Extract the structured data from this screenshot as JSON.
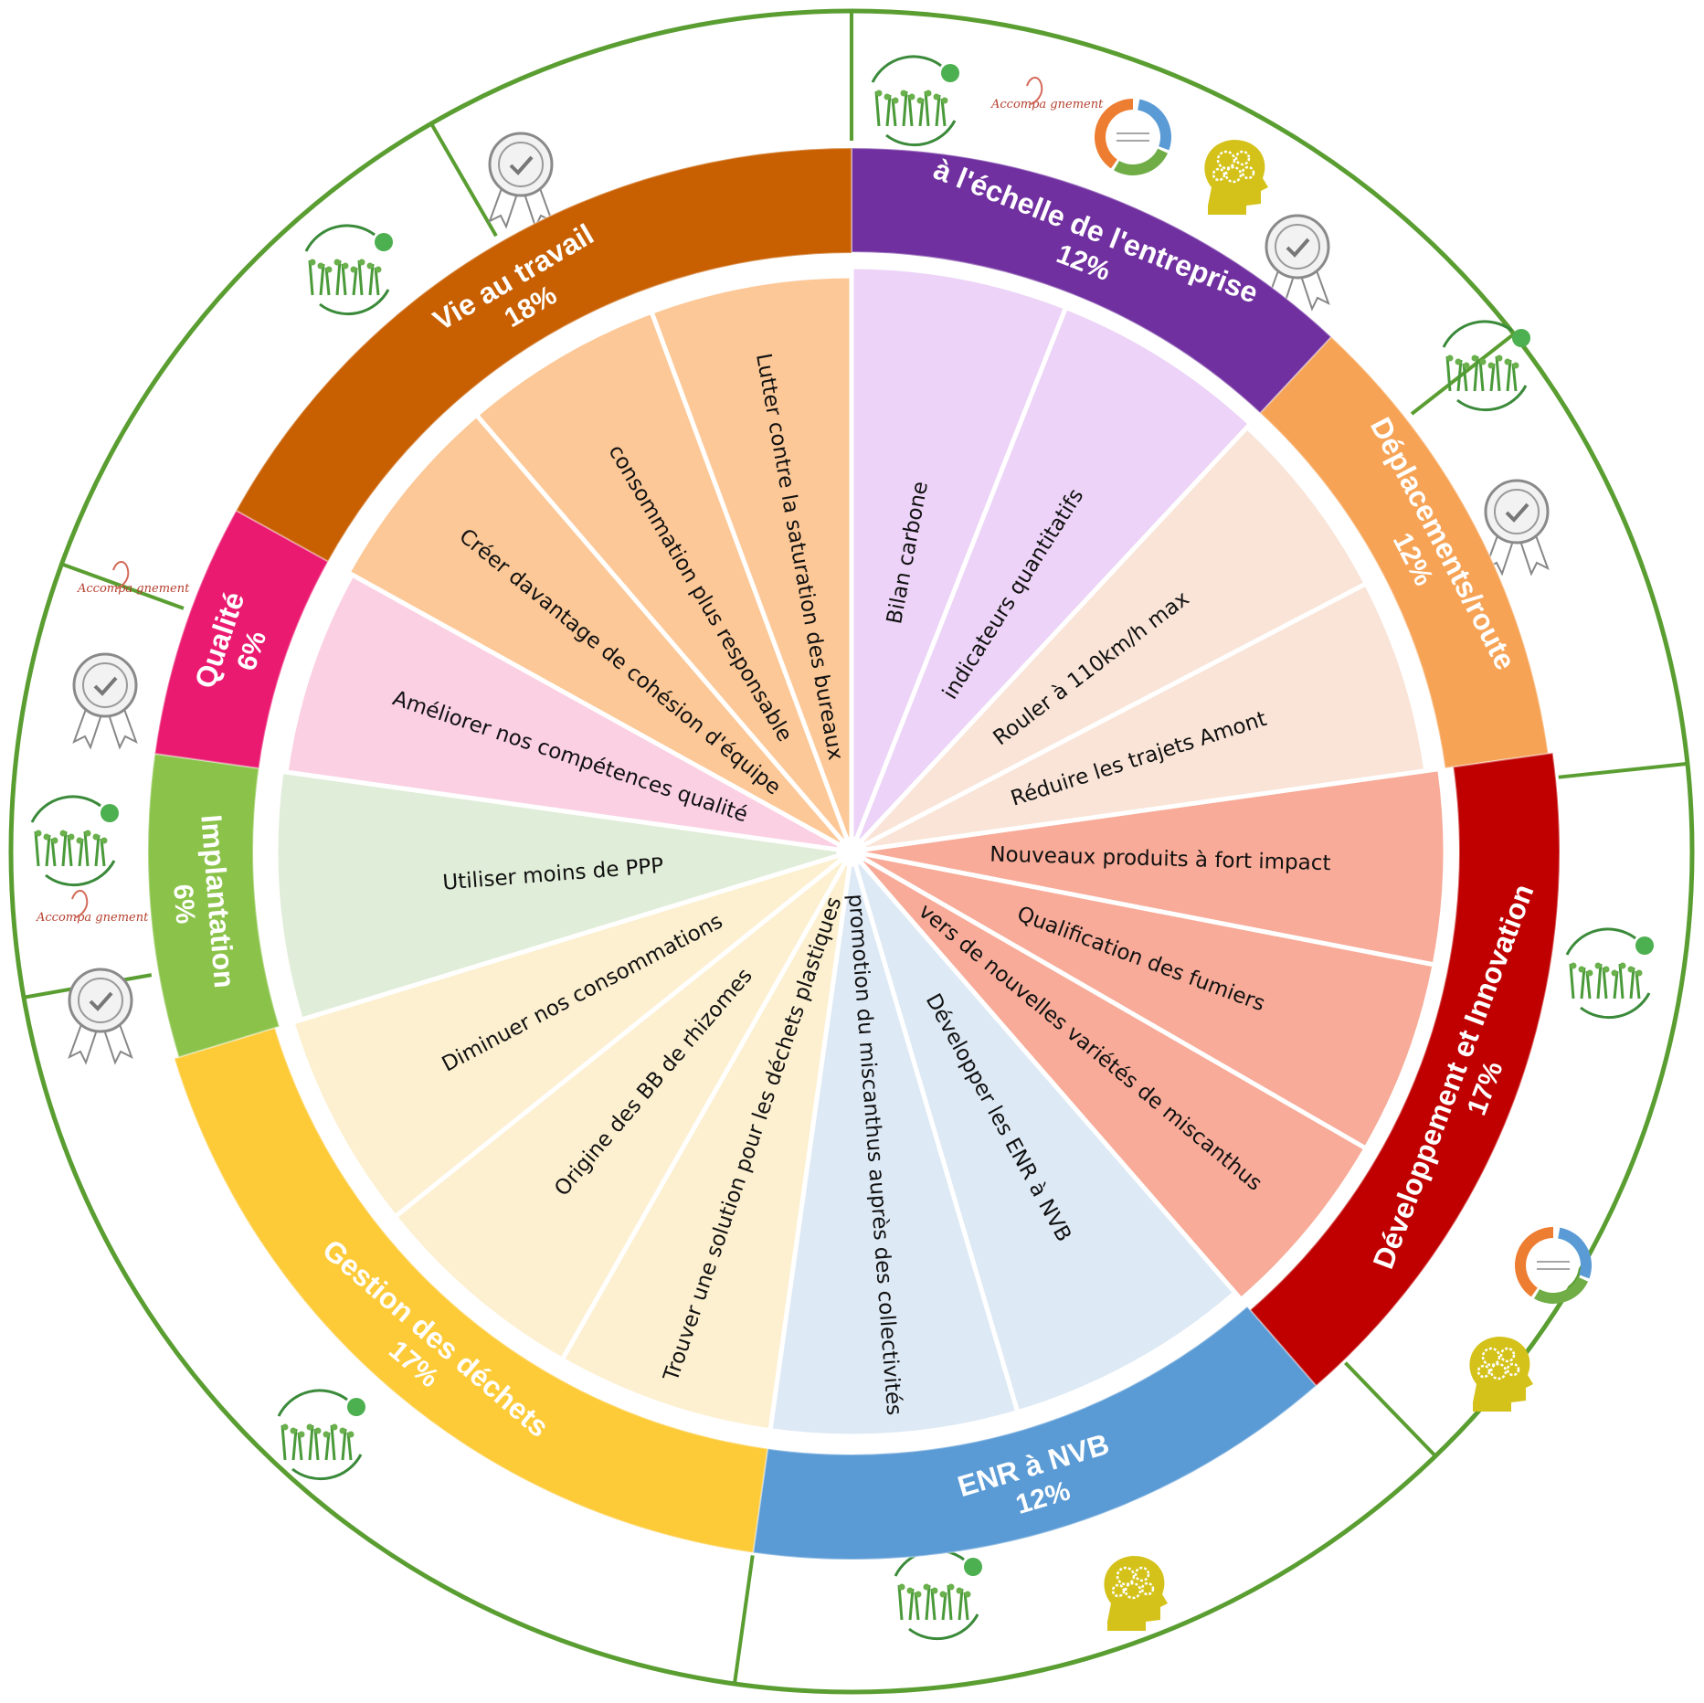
{
  "colors": {
    "frame_line": "#5a9e32",
    "divider": "#ffffff"
  },
  "categories": [
    {
      "name": "à l'échelle de l'entreprise",
      "percent": "12%",
      "ring_color": "#7030a0",
      "fill_color": "#ecd3f7",
      "items": [
        "Bilan carbone",
        "indicateurs quantitatifs"
      ],
      "icons": [
        "seedling-cycle-icon",
        "accompagnement-icon",
        "cycle-diagram-icon",
        "head-gears-icon",
        "quality-badge-icon"
      ]
    },
    {
      "name": "Déplacements/route",
      "percent": "12%",
      "ring_color": "#f6a356",
      "fill_color": "#f9e4d7",
      "items": [
        "Rouler à 110km/h max",
        "Réduire les trajets Amont"
      ],
      "icons": [
        "seedling-cycle-icon",
        "quality-badge-icon"
      ]
    },
    {
      "name": "Développement et Innovation",
      "percent": "17%",
      "ring_color": "#c00000",
      "fill_color": "#f7ab98",
      "items": [
        "Nouveaux produits à fort impact",
        "Qualification des fumiers",
        "vers de nouvelles variétés de miscanthus"
      ],
      "icons": [
        "seedling-cycle-icon",
        "cycle-diagram-icon",
        "head-gears-icon"
      ]
    },
    {
      "name": "ENR à NVB",
      "percent": "12%",
      "ring_color": "#5b9bd5",
      "fill_color": "#dde9f5",
      "items": [
        "Développer les ENR à NVB",
        "promotion du miscanthus auprès des collectivités"
      ],
      "icons": [
        "seedling-cycle-icon",
        "head-gears-icon"
      ]
    },
    {
      "name": "Gestion des déchets",
      "percent": "17%",
      "ring_color": "#fdca38",
      "fill_color": "#fdf0d0",
      "items": [
        "Trouver une solution pour les déchets plastiques",
        "Origine des BB de rhizomes",
        "Diminuer nos consommations"
      ],
      "icons": [
        "seedling-cycle-icon"
      ]
    },
    {
      "name": "Implantation",
      "percent": "6%",
      "ring_color": "#8bc34a",
      "fill_color": "#e0edd8",
      "items": [
        "Utiliser moins de PPP"
      ],
      "icons": [
        "seedling-cycle-icon",
        "accompagnement-icon",
        "quality-badge-icon"
      ]
    },
    {
      "name": "Qualité",
      "percent": "6%",
      "ring_color": "#ea1a70",
      "fill_color": "#fbd0e3",
      "items": [
        "Améliorer nos compétences qualité"
      ],
      "icons": [
        "accompagnement-icon",
        "quality-badge-icon"
      ]
    },
    {
      "name": "Vie au travail",
      "percent": "18%",
      "ring_color": "#c85f00",
      "fill_color": "#fdc897",
      "items": [
        "Créer davantage de cohésion d'équipe",
        "consommation plus responsable",
        "Lutter contre la saturation des bureaux"
      ],
      "icons": [
        "seedling-cycle-icon",
        "quality-badge-icon"
      ]
    }
  ],
  "icon_texts": {
    "accompagnement": "Accompa gnement"
  }
}
